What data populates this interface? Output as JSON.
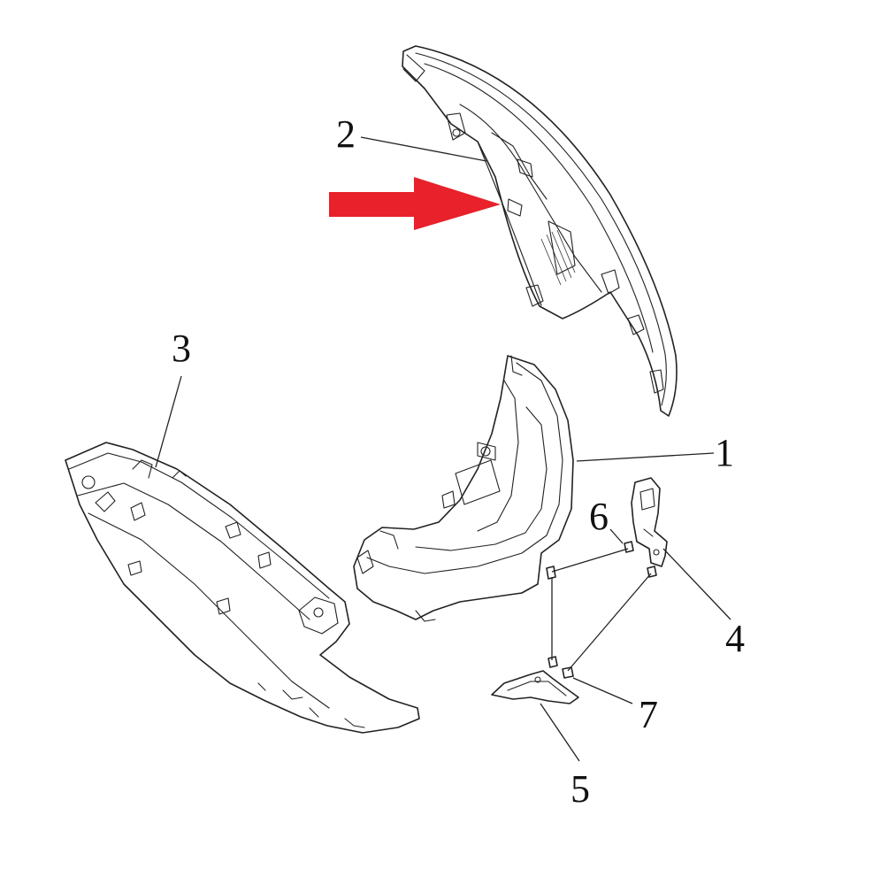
{
  "callouts": {
    "c1": "1",
    "c2": "2",
    "c3": "3",
    "c4": "4",
    "c5": "5",
    "c6": "6",
    "c7": "7"
  },
  "colors": {
    "line": "#222222",
    "arrow": "#e8212a",
    "background": "#ffffff"
  }
}
